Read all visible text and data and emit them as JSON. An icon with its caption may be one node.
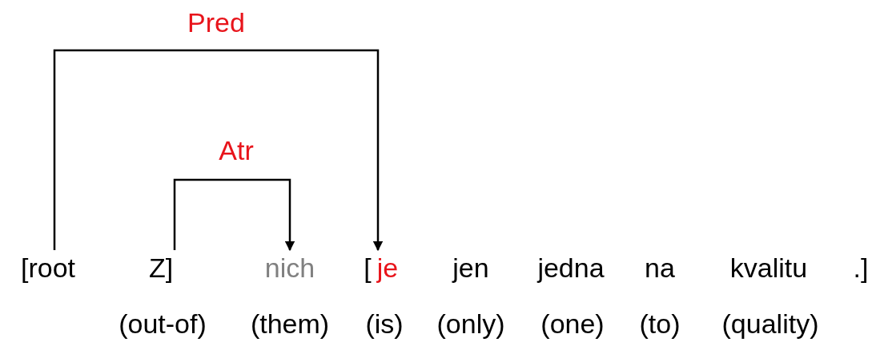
{
  "diagram": {
    "nodes": [
      {
        "text": [
          "[root"
        ]
      },
      {
        "text": [
          "Z]"
        ]
      },
      {
        "text": [
          "nich"
        ]
      },
      {
        "text": [
          "je"
        ]
      }
    ],
    "edges": [
      {
        "from": 0,
        "to": 3,
        "arrow": "to",
        "label": "Pred"
      },
      {
        "from": 1,
        "to": 2,
        "arrow": "to",
        "label": "Atr"
      }
    ],
    "labels": [
      "[",
      "jen",
      "jedna",
      "na",
      "kvalitu",
      ".]",
      "(out-of)",
      "(them)",
      "(is)",
      "(only)",
      "(one)",
      "(to)",
      "(quality)"
    ]
  }
}
